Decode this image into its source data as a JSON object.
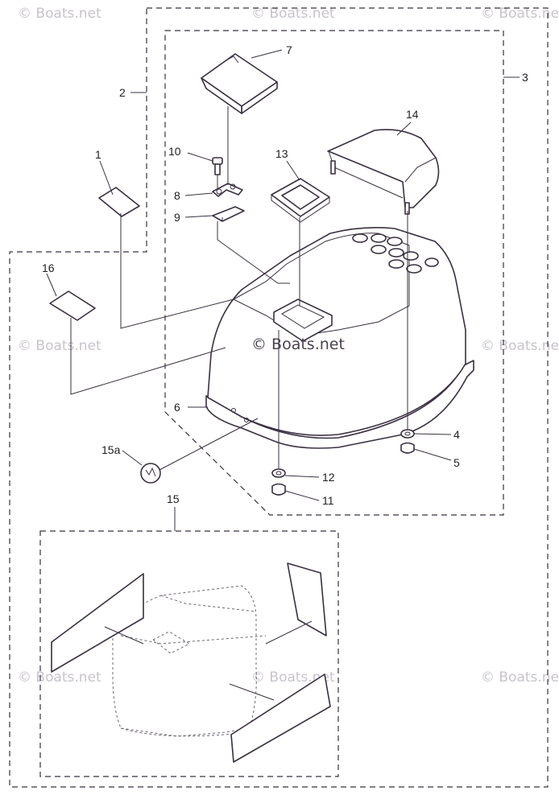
{
  "watermark": "© Boats.net",
  "center_watermark": "© Boats.net",
  "callouts": {
    "c1": "1",
    "c2": "2",
    "c3": "3",
    "c4": "4",
    "c5": "5",
    "c6": "6",
    "c7": "7",
    "c8": "8",
    "c9": "9",
    "c10": "10",
    "c11": "11",
    "c12": "12",
    "c13": "13",
    "c14": "14",
    "c15": "15",
    "c15a": "15a",
    "c16": "16"
  },
  "colors": {
    "line": "#3a3040",
    "watermark": "#c9c3cc"
  }
}
